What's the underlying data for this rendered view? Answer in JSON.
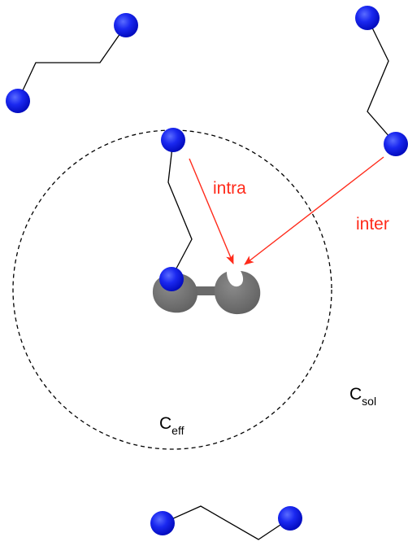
{
  "labels": {
    "intra": "intra",
    "inter": "inter",
    "c_eff": {
      "main": "C",
      "sub": "eff"
    },
    "c_sol": {
      "main": "C",
      "sub": "sol"
    }
  },
  "colors": {
    "ball": "#0a14ee",
    "arrow": "#ff2a1a",
    "receptor": "#6e6e6e",
    "line": "#000000"
  },
  "icons": {
    "ligand": "blue-sphere-on-chain",
    "receptor": "gray-bivalent-receptor"
  }
}
